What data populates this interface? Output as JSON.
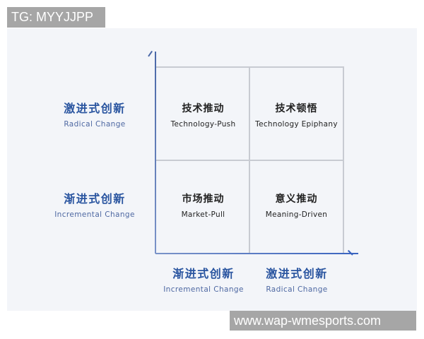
{
  "watermarks": {
    "top": "TG: MYYJJPP",
    "bottom": "www.wap-wmesports.com"
  },
  "y_axis": {
    "labels": [
      {
        "zh": "激进式创新",
        "en": "Radical Change"
      },
      {
        "zh": "渐进式创新",
        "en": "Incremental Change"
      }
    ]
  },
  "x_axis": {
    "labels": [
      {
        "zh": "渐进式创新",
        "en": "Incremental Change"
      },
      {
        "zh": "激进式创新",
        "en": "Radical Change"
      }
    ]
  },
  "quadrants": {
    "top_left": {
      "zh": "技术推动",
      "en": "Technology-Push"
    },
    "top_right": {
      "zh": "技术顿悟",
      "en": "Technology Epiphany"
    },
    "bottom_left": {
      "zh": "市场推动",
      "en": "Market-Pull"
    },
    "bottom_right": {
      "zh": "意义推动",
      "en": "Meaning-Driven"
    }
  },
  "colors": {
    "panel_bg": "#f3f5f9",
    "axis_label": "#2a55a0",
    "grid_line": "#c8cbd2",
    "watermark_bg": "#a6a6a6"
  }
}
